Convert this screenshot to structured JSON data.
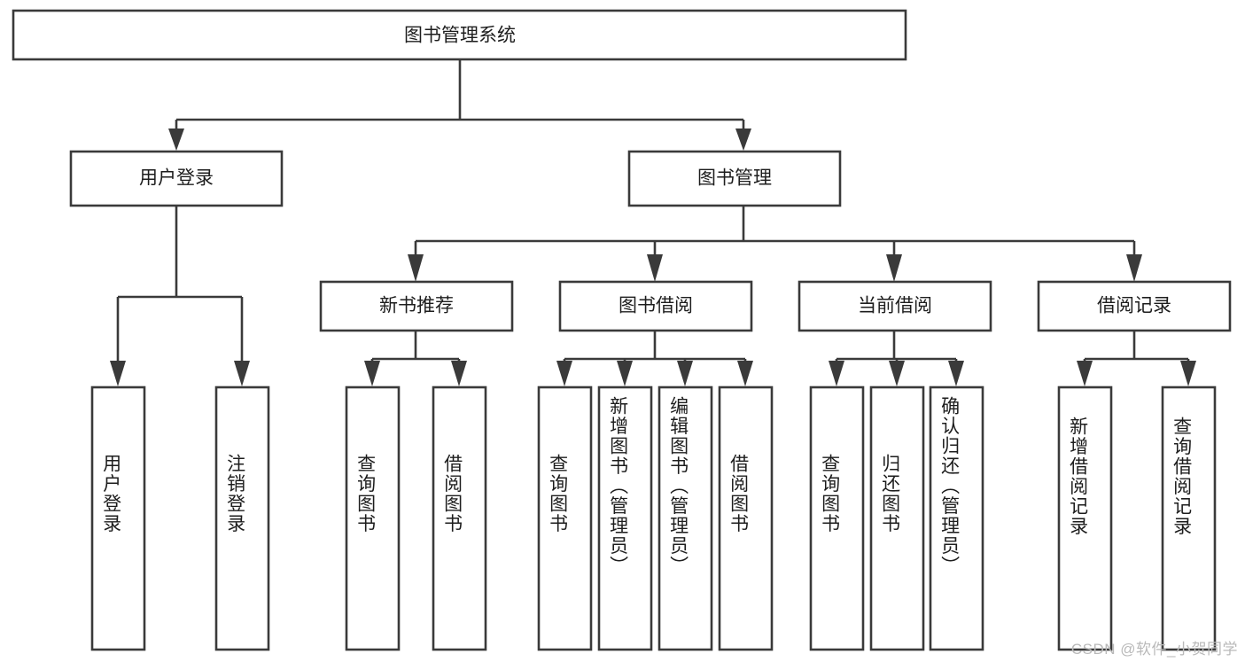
{
  "diagram": {
    "type": "hierarchy-tree",
    "title": "图书管理系统",
    "watermark": "CSDN @软件_小贺同学",
    "colors": {
      "background": "#ffffff",
      "box_fill": "#ffffff",
      "box_stroke": "#3a3a3a",
      "text": "#1d1d1d",
      "watermark": "#b9b9b9"
    },
    "nodes": {
      "root": "图书管理系统",
      "level2": [
        "用户登录",
        "图书管理"
      ],
      "level3": [
        "新书推荐",
        "图书借阅",
        "当前借阅",
        "借阅记录"
      ],
      "leaves_user_login": [
        "用户登录",
        "注销登录"
      ],
      "leaves_new_books": [
        "查询图书",
        "借阅图书"
      ],
      "leaves_borrow": [
        "查询图书",
        "新增图书（管理员）",
        "编辑图书（管理员）",
        "借阅图书"
      ],
      "leaves_current": [
        "查询图书",
        "归还图书",
        "确认归还（管理员）"
      ],
      "leaves_records": [
        "新增借阅记录",
        "查询借阅记录"
      ]
    }
  }
}
